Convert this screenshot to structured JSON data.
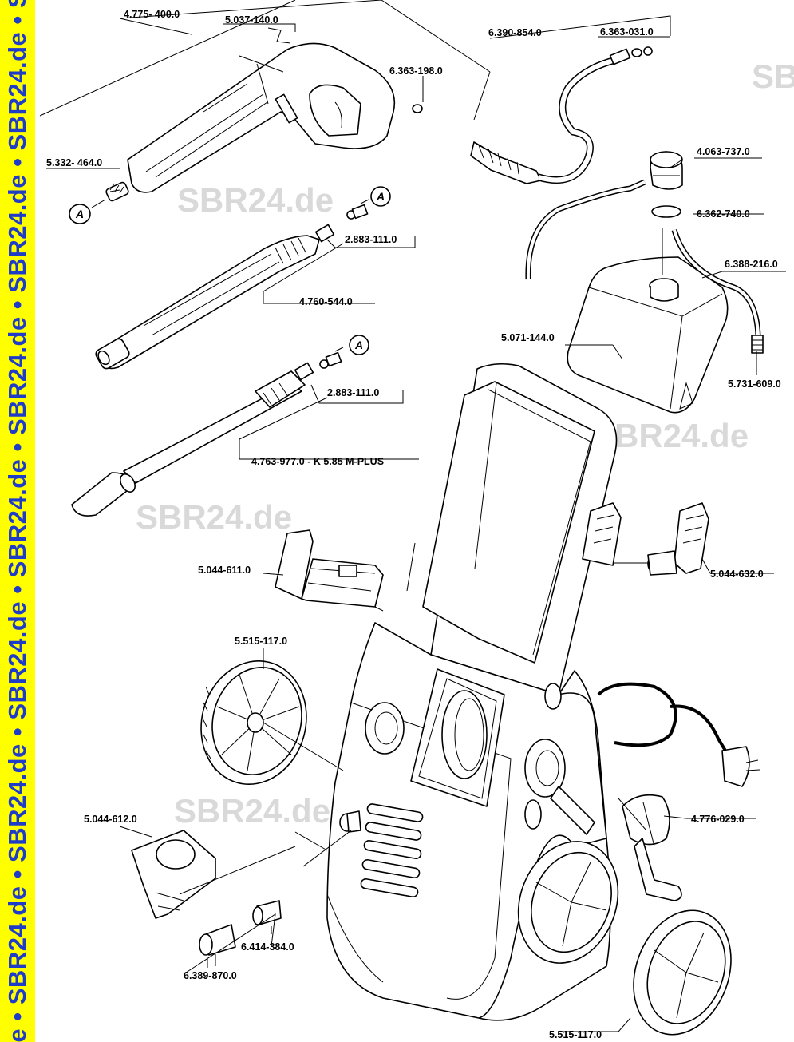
{
  "sidebar": {
    "text": "de • SBR24.de • SBR24.de • SBR24.de • SBR24.de • SBR24.de • SBR24.de • SBR24.de • S"
  },
  "watermarks": [
    "SBR24.de",
    "SBR24.de",
    "SBR24.de",
    "SBR24.de",
    "SB"
  ],
  "callout_marker": "A",
  "part_numbers": {
    "trigger_gun": "4.775- 400.0",
    "clip": "5.037-140.0",
    "spring": "5.332- 464.0",
    "oring_hose": "6.363-198.0",
    "hp_hose": "6.390-854.0",
    "oring_hose_end": "6.363-031.0",
    "tank_cap": "4.063-737.0",
    "tank_seal": "6.362-740.0",
    "suction_hose": "6.388-216.0",
    "detergent_tank": "5.071-144.0",
    "filter": "5.731-609.0",
    "nozzle_oring_1": "2.883-111.0",
    "vario_lance": "4.760-544.0",
    "nozzle_oring_2": "2.883-111.0",
    "dirt_blaster": "4.763-977.0 - K 5.85 M-PLUS",
    "holder_left": "5.044-611.0",
    "holder_right": "5.044-632.0",
    "wheel_left": "5.515-117.0",
    "holder_bottom": "5.044-612.0",
    "crank": "4.776-029.0",
    "coupling": "6.414-384.0",
    "connector": "6.389-870.0",
    "wheel_right": "5.515-117.0"
  }
}
